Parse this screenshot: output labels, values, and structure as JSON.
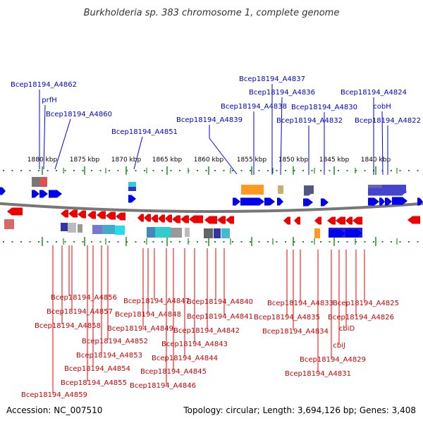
{
  "title": "Burkholderia sp. 383 chromosome 1, complete genome",
  "footer": {
    "accession": "Accession: NC_007510",
    "topology": "Topology: circular; Length: 3,694,126 bp; Genes: 3,408"
  },
  "colors": {
    "forward_gene": "#0000ee",
    "reverse_gene": "#ee0000",
    "forward_label": "#0000cc",
    "reverse_label": "#cc0000",
    "tick": "#228b22",
    "backbone": "#777777"
  },
  "ticks": [
    "1880 kbp",
    "1875 kbp",
    "1870 kbp",
    "1865 kbp",
    "1860 kbp",
    "1855 kbp",
    "1850 kbp",
    "1845 kbp",
    "1840 kbp"
  ],
  "top_labels": [
    "Bcep18194_A4862",
    "prfH",
    "Bcep18194_A4860",
    "Bcep18194_A4851",
    "Bcep18194_A4839",
    "Bcep18194_A4838",
    "Bcep18194_A4837",
    "Bcep18194_A4836",
    "Bcep18194_A4832",
    "Bcep18194_A4830",
    "Bcep18194_A4824",
    "cobH",
    "Bcep18194_A4822"
  ],
  "bottom_labels": [
    "Bcep18194_A4856",
    "Bcep18194_A4857",
    "Bcep18194_A4858",
    "Bcep18194_A4852",
    "Bcep18194_A4853",
    "Bcep18194_A4854",
    "Bcep18194_A4855",
    "Bcep18194_A4859",
    "Bcep18194_A4847",
    "Bcep18194_A4848",
    "Bcep18194_A4849",
    "Bcep18194_A4840",
    "Bcep18194_A4841",
    "Bcep18194_A4842",
    "Bcep18194_A4843",
    "Bcep18194_A4844",
    "Bcep18194_A4845",
    "Bcep18194_A4846",
    "Bcep18194_A4833",
    "Bcep18194_A4835",
    "Bcep18194_A4834",
    "Bcep18194_A4825",
    "Bcep18194_A4826",
    "cbiD",
    "cbiJ",
    "Bcep18194_A4829",
    "Bcep18194_A4831"
  ]
}
